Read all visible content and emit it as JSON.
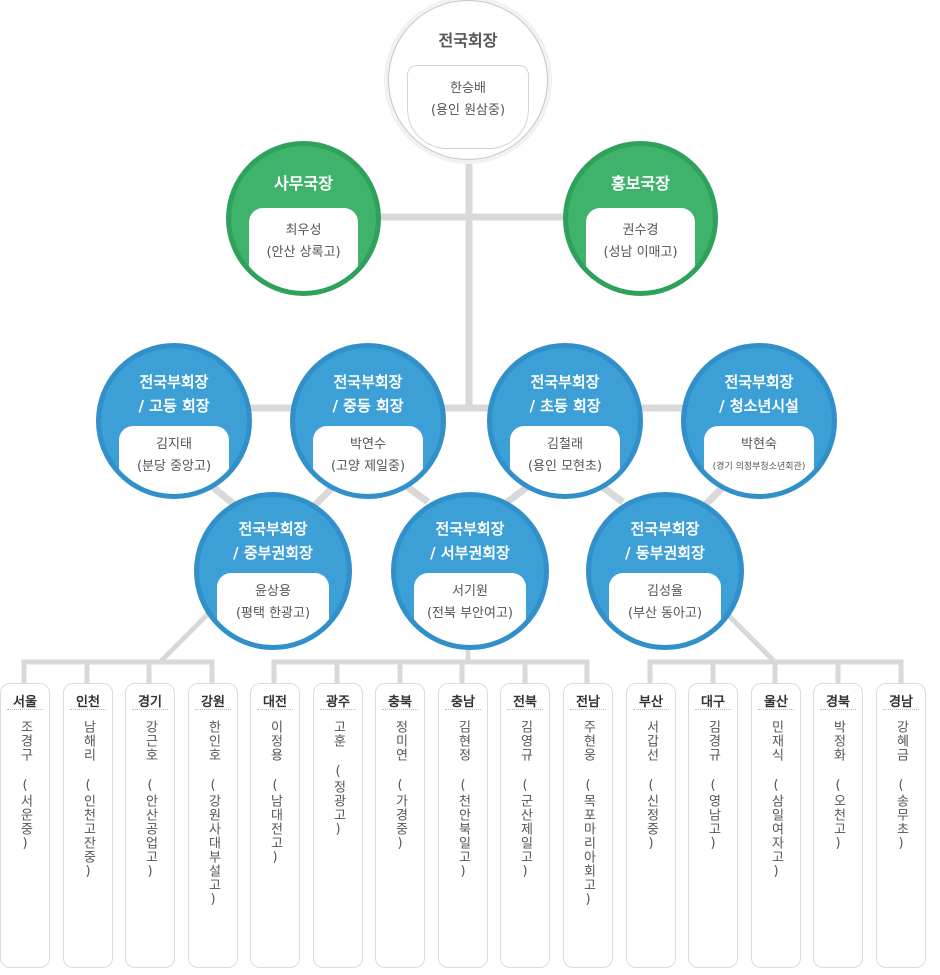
{
  "president": {
    "title": "전국회장",
    "name": "한승배",
    "school": "(용인 원삼중)"
  },
  "secretary": {
    "title": "사무국장",
    "name": "최우성",
    "school": "(안산 상록고)"
  },
  "pr": {
    "title": "홍보국장",
    "name": "권수경",
    "school": "(성남 이매고)"
  },
  "vp": [
    {
      "title1": "전국부회장",
      "title2": "/ 고등 회장",
      "name": "김지태",
      "school": "(분당 중앙고)"
    },
    {
      "title1": "전국부회장",
      "title2": "/ 중등 회장",
      "name": "박연수",
      "school": "(고양 제일중)"
    },
    {
      "title1": "전국부회장",
      "title2": "/ 초등 회장",
      "name": "김철래",
      "school": "(용인 모현초)"
    },
    {
      "title1": "전국부회장",
      "title2": "/ 청소년시설",
      "name": "박현숙",
      "school": "(경기 의정부청소년회관)"
    }
  ],
  "area": [
    {
      "title1": "전국부회장",
      "title2": "/ 중부권회장",
      "name": "윤상용",
      "school": "(평택 한광고)"
    },
    {
      "title1": "전국부회장",
      "title2": "/ 서부권회장",
      "name": "서기원",
      "school": "(전북 부안여고)"
    },
    {
      "title1": "전국부회장",
      "title2": "/ 동부권회장",
      "name": "김성율",
      "school": "(부산 동아고)"
    }
  ],
  "regions": [
    {
      "name": "서울",
      "person": "조경구 (서운중)"
    },
    {
      "name": "인천",
      "person": "남해리 (인천고잔중)"
    },
    {
      "name": "경기",
      "person": "강근호 (안산공업고)"
    },
    {
      "name": "강원",
      "person": "한인호 (강원사대부설고)"
    },
    {
      "name": "대전",
      "person": "이정용 (남대전고)"
    },
    {
      "name": "광주",
      "person": "고훈 (정광고)"
    },
    {
      "name": "충북",
      "person": "정미연 (가경중)"
    },
    {
      "name": "충남",
      "person": "김현정 (천안북일고)"
    },
    {
      "name": "전북",
      "person": "김영규 (군산제일고)"
    },
    {
      "name": "전남",
      "person": "주현웅 (목포마리아회고)"
    },
    {
      "name": "부산",
      "person": "서갑선 (신정중)"
    },
    {
      "name": "대구",
      "person": "김경규 (영남고)"
    },
    {
      "name": "울산",
      "person": "민재식 (삼일여자고)"
    },
    {
      "name": "경북",
      "person": "박정화 (오천고)"
    },
    {
      "name": "경남",
      "person": "강혜금 (송무초)"
    }
  ]
}
